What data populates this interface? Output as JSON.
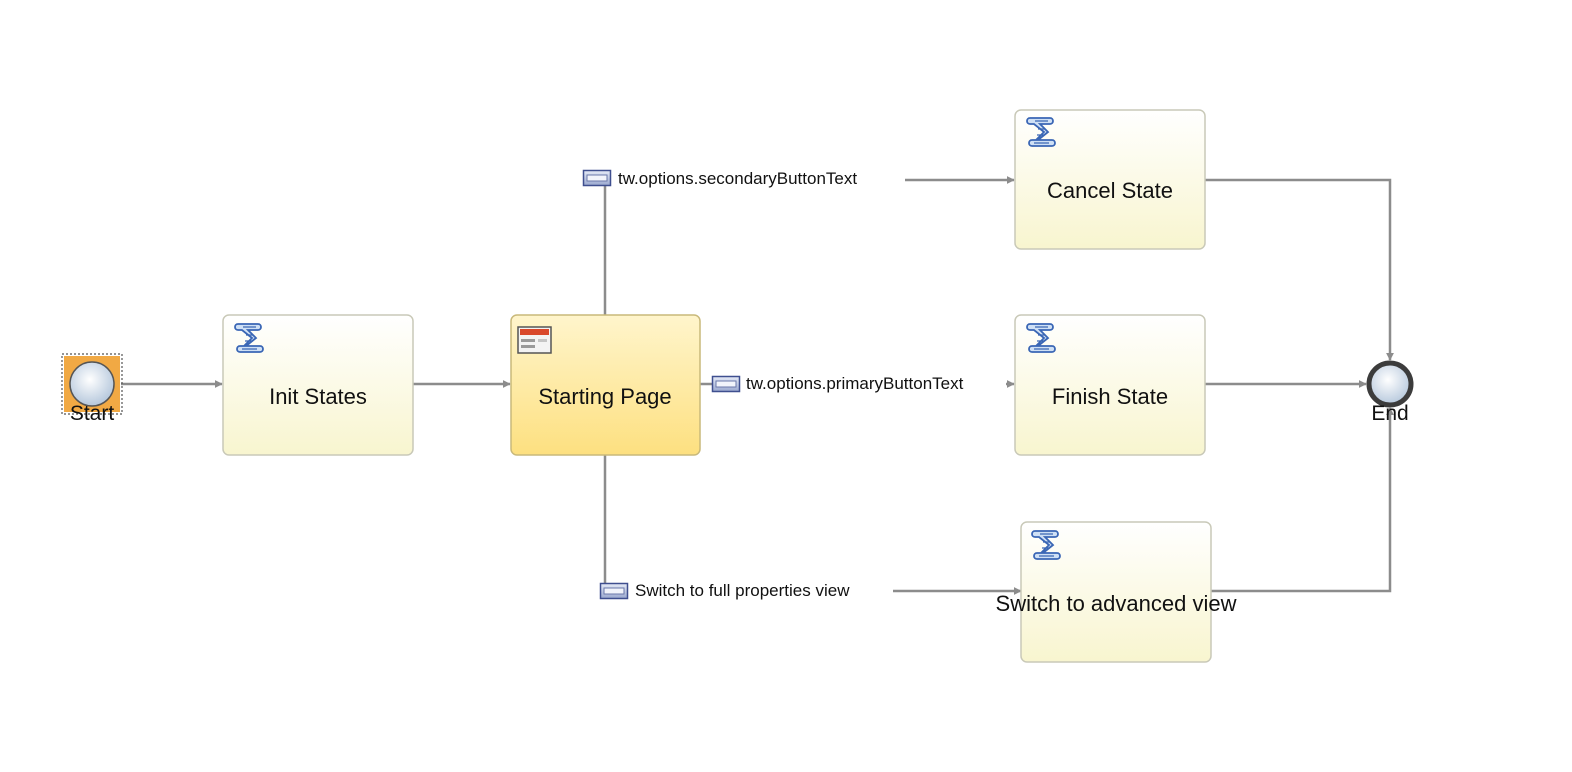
{
  "diagram": {
    "events": {
      "start": {
        "label": "Start"
      },
      "end": {
        "label": "End"
      }
    },
    "nodes": {
      "init_states": {
        "label": "Init States",
        "icon": "script-icon"
      },
      "starting_page": {
        "label": "Starting Page",
        "icon": "coach-page-icon"
      },
      "cancel_state": {
        "label": "Cancel State",
        "icon": "script-icon"
      },
      "finish_state": {
        "label": "Finish State",
        "icon": "script-icon"
      },
      "switch_advanced": {
        "label": "Switch to advanced view",
        "icon": "script-icon"
      }
    },
    "flows": {
      "secondary": {
        "label": "tw.options.secondaryButtonText"
      },
      "primary": {
        "label": "tw.options.primaryButtonText"
      },
      "full_props": {
        "label": "Switch to full properties view"
      }
    }
  },
  "colors": {
    "task_fill": "#fdfde6",
    "selected_task_fill": "#fde89a",
    "flow_line": "#8c8c8c",
    "event_border": "#3c3c3c",
    "selection_highlight": "#f0a030",
    "icon_blue": "#3a66b5"
  }
}
